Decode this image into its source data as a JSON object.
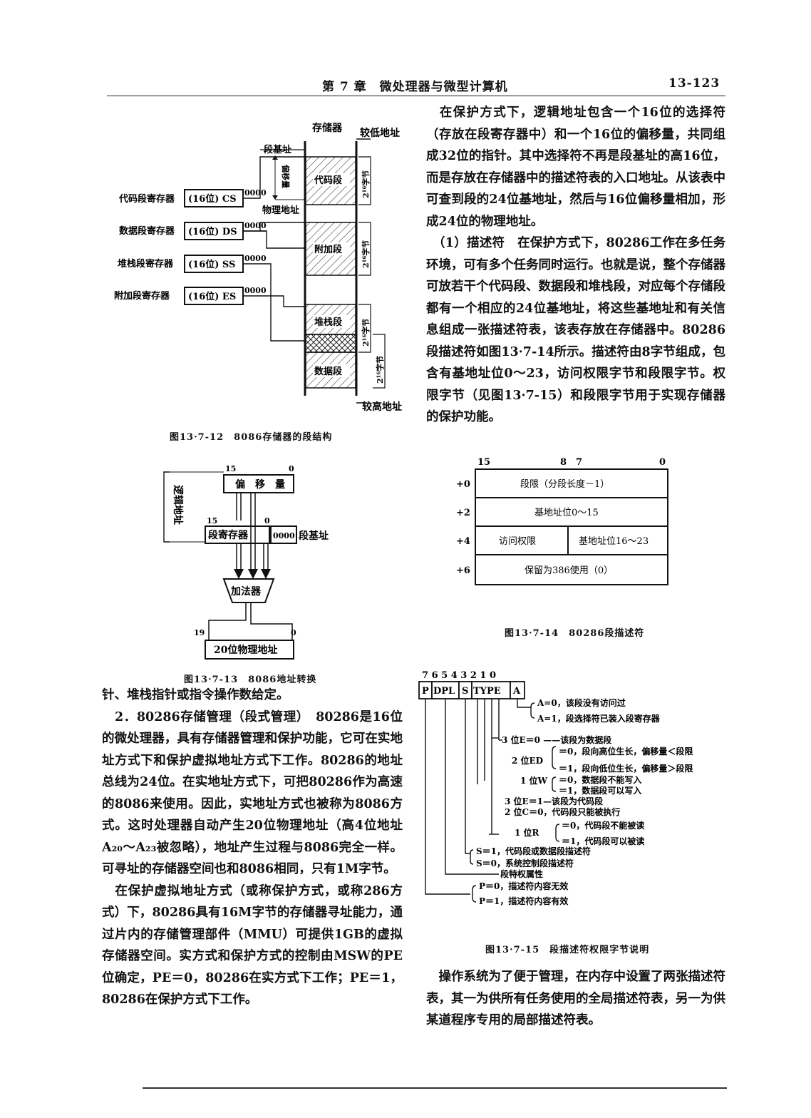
{
  "header": {
    "chapter": "第 7 章　微处理器与微型计算机",
    "page_number": "13-123"
  },
  "figure_12": {
    "caption": "图13·7-12　8086存储器的段结构",
    "top_labels": {
      "memory": "存储器",
      "low_addr": "较低地址",
      "high_addr": "较高地址"
    },
    "seg_base": "段基址",
    "offset": "偏移量",
    "phys_addr": "物理地址",
    "registers": [
      {
        "name": "代码段寄存器",
        "value": "(16位) CS",
        "suffix": "0000"
      },
      {
        "name": "数据段寄存器",
        "value": "(16位) DS",
        "suffix": "0000"
      },
      {
        "name": "堆栈段寄存器",
        "value": "(16位) SS",
        "suffix": "0000"
      },
      {
        "name": "附加段寄存器",
        "value": "(16位) ES",
        "suffix": "0000"
      }
    ],
    "segments": [
      "代码段",
      "附加段",
      "堆栈段",
      "数据段"
    ],
    "seg_size": "2¹⁶字节"
  },
  "figure_13": {
    "caption": "图13·7-13　8086地址转换",
    "logical_addr": "逻辑地址",
    "offset_label": "偏　移　量",
    "seg_reg": "段寄存器",
    "zeros": "0000",
    "seg_base": "段基址",
    "adder": "加法器",
    "result": "20位物理地址",
    "bits": {
      "b15": "15",
      "b0": "0",
      "b19": "19"
    }
  },
  "figure_14": {
    "caption": "图13·7-14　80286段描述符",
    "bits": {
      "b15": "15",
      "b8": "8",
      "b7": "7",
      "b0": "0"
    },
    "rows": [
      {
        "offset": "+0",
        "cells": [
          "段限（分段长度－1）"
        ]
      },
      {
        "offset": "+2",
        "cells": [
          "基地址位0～15"
        ]
      },
      {
        "offset": "+4",
        "cells": [
          "访问权限",
          "基地址位16～23"
        ]
      },
      {
        "offset": "+6",
        "cells": [
          "保留为386使用（0）"
        ]
      }
    ]
  },
  "figure_15": {
    "caption": "图13·7-15　段描述符权限字节说明",
    "bit_numbers": "7 6 5 4 3 2 1 0",
    "fields": [
      "P",
      "DPL",
      "S",
      "TYPE",
      "A"
    ],
    "notes": {
      "a0": "A=0，该段没有访问过",
      "a1": "A=1，段选择符已装入段寄存器",
      "e0": "3 位E＝0 ——该段为数据段",
      "ed_label": "2 位ED",
      "ed0": "＝0，段向高位生长，偏移量＜段限",
      "ed1": "＝1，段向低位生长，偏移量＞段限",
      "w_label": "1 位W",
      "w0": "＝0，数据段不能写入",
      "w1": "＝1，数据段可以写入",
      "e1": "3 位E＝1—该段为代码段",
      "c0": "2 位C＝0，代码段只能被执行",
      "r_label": "1 位R",
      "r0": "＝0，代码段不能被读",
      "r1": "＝1，代码段可以被读",
      "s1": "S＝1，代码段或数据段描述符",
      "s0": "S＝0，系统控制段描述符",
      "dpl": "段特权属性",
      "p0": "P＝0，描述符内容无效",
      "p1": "P＝1，描述符内容有效"
    }
  },
  "left_text": [
    "针、堆栈指针或指令操作数给定。",
    "　2．80286存储管理（段式管理）　80286是16位的微处理器，具有存储器管理和保护功能，它可在实地址方式下和保护虚拟地址方式下工作。80286的地址总线为24位。在实地址方式下，可把80286作为高速的8086来使用。因此，实地址方式也被称为8086方式。这时处理器自动产生20位物理地址（高4位地址A₂₀～A₂₃被忽略），地址产生过程与8086完全一样。可寻址的存储器空间也和8086相同，只有1M字节。",
    "　在保护虚拟地址方式（或称保护方式，或称286方式）下，80286具有16M字节的存储器寻址能力，通过片内的存储管理部件（MMU）可提供1GB的虚拟存储器空间。实方式和保护方式的控制由MSW的PE位确定，PE＝0，80286在实方式下工作；PE＝1，80286在保护方式下工作。"
  ],
  "right_text": [
    "　在保护方式下，逻辑地址包含一个16位的选择符（存放在段寄存器中）和一个16位的偏移量，共同组成32位的指针。其中选择符不再是段基址的高16位，而是存放在存储器中的描述符表的入口地址。从该表中可查到段的24位基地址，然后与16位偏移量相加，形成24位的物理地址。",
    "　（1）描述符　在保护方式下，80286工作在多任务环境，可有多个任务同时运行。也就是说，整个存储器可放若干个代码段、数据段和堆栈段，对应每个存储段都有一个相应的24位基地址，将这些基地址和有关信息组成一张描述符表，该表存放在存储器中。80286段描述符如图13·7-14所示。描述符由8字节组成，包含有基地址位0～23，访问权限字节和段限字节。权限字节（见图13·7-15）和段限字节用于实现存储器的保护功能。",
    "　操作系统为了便于管理，在内存中设置了两张描述符表，其一为供所有任务使用的全局描述符表，另一为供某道程序专用的局部描述符表。"
  ]
}
